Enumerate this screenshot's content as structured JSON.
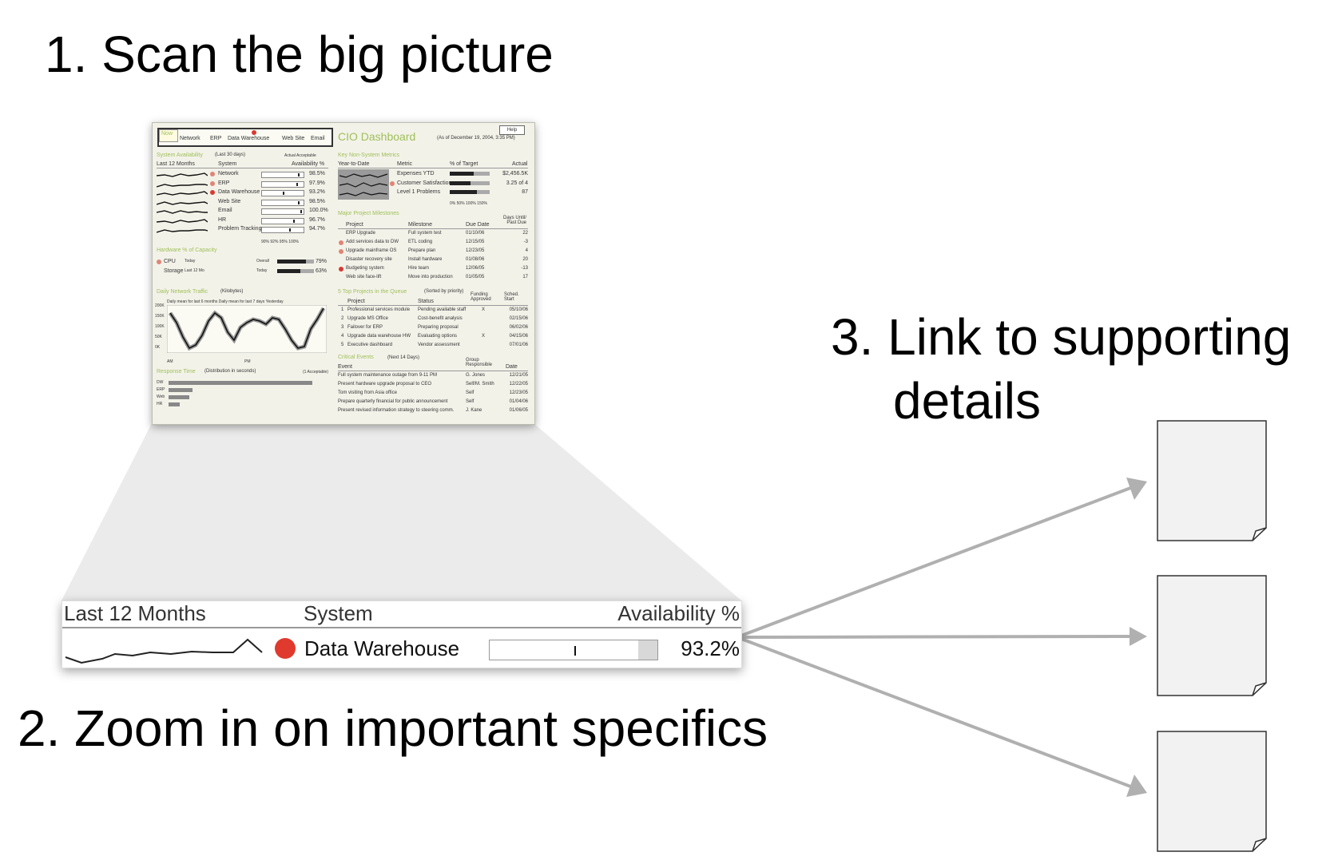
{
  "steps": {
    "step1": "1. Scan the big picture",
    "step2": "2. Zoom in on important specifics",
    "step3_line1": "3. Link to supporting",
    "step3_line2": "details"
  },
  "thumbnail": {
    "nav_now": "Now",
    "nav_items": [
      "Network",
      "ERP",
      "Data Warehouse",
      "Web Site",
      "Email"
    ],
    "help": "Help",
    "title": "CIO Dashboard",
    "as_of": "(As of December 19, 2004, 3:35 PM)",
    "sys_avail_title": "System Availability",
    "sys_avail_sub": "(Last 30 days)",
    "sys_avail_legend": "Actual  Acceptable",
    "col_last12": "Last 12 Months",
    "col_system": "System",
    "col_avail": "Availability %",
    "systems": [
      {
        "name": "Network",
        "value": "98.5%",
        "flag": "warn",
        "marker": 0.93
      },
      {
        "name": "ERP",
        "value": "97.9%",
        "flag": "warn",
        "marker": 0.9
      },
      {
        "name": "Data Warehouse",
        "value": "93.2%",
        "flag": "alert",
        "marker": 0.55
      },
      {
        "name": "Web Site",
        "value": "98.5%",
        "flag": "none",
        "marker": 0.93
      },
      {
        "name": "Email",
        "value": "100.0%",
        "flag": "none",
        "marker": 1.0
      },
      {
        "name": "HR",
        "value": "96.7%",
        "flag": "none",
        "marker": 0.82
      },
      {
        "name": "Problem Tracking",
        "value": "94.7%",
        "flag": "none",
        "marker": 0.7
      }
    ],
    "avail_axis": "90%   92%   95%   100%",
    "hw_title": "Hardware % of Capacity",
    "hw_rows": [
      {
        "name": "CPU",
        "period": "Today",
        "ref": "Overall",
        "value": "79%"
      },
      {
        "name": "Storage",
        "period": "Last 12 Mo",
        "ref": "Today",
        "value": "63%"
      }
    ],
    "traffic_title": "Daily Network Traffic",
    "traffic_sub": "(Kilobytes)",
    "traffic_legend": "Daily mean for last 6 months   Daily mean for last 7 days   Yesterday",
    "traffic_y": [
      "200K",
      "150K",
      "100K",
      "50K",
      "0K"
    ],
    "traffic_am": "AM",
    "traffic_pm": "PM",
    "resp_title": "Response Time",
    "resp_sub": "(Distribution in seconds)",
    "resp_acc": "(1 Acceptable)",
    "resp_rows": [
      "DW",
      "ERP",
      "Web",
      "HR"
    ],
    "kns_title": "Key Non-System Metrics",
    "kns_ytd": "Year-to-Date",
    "kns_metric": "Metric",
    "kns_target": "% of Target",
    "kns_actual": "Actual",
    "kns_rows": [
      {
        "name": "Expenses YTD",
        "value": "$2,456.5K"
      },
      {
        "name": "Customer Satisfaction",
        "value": "3.25 of 4"
      },
      {
        "name": "Level 1 Problems",
        "value": "87"
      }
    ],
    "kns_axis": "0%   50%  100%  150%",
    "milestones_title": "Major Project Milestones",
    "ms_cols": [
      "Project",
      "Milestone",
      "Due Date",
      "Days Until/ Past Due"
    ],
    "milestones": [
      [
        "ERP Upgrade",
        "Full system test",
        "01/10/06",
        "22"
      ],
      [
        "Add services data to DW",
        "ETL coding",
        "12/15/05",
        "-3"
      ],
      [
        "Upgrade mainframe OS",
        "Prepare plan",
        "12/23/05",
        "4"
      ],
      [
        "Disaster recovery site",
        "Install hardware",
        "01/08/06",
        "20"
      ],
      [
        "Budgeting system",
        "Hire team",
        "12/06/05",
        "-13"
      ],
      [
        "Web site face-lift",
        "Move into production",
        "01/05/05",
        "17"
      ]
    ],
    "queue_title": "5 Top Projects in the Queue",
    "queue_sub": "(Sorted by priority)",
    "queue_cols": [
      "Project",
      "Status",
      "Funding Approved",
      "Sched. Start"
    ],
    "queue": [
      [
        "1",
        "Professional services module",
        "Pending available staff",
        "X",
        "05/10/06"
      ],
      [
        "2",
        "Upgrade MS Office",
        "Cost-benefit analysis",
        "",
        "02/15/06"
      ],
      [
        "3",
        "Failover for ERP",
        "Preparing proposal",
        "",
        "06/02/06"
      ],
      [
        "4",
        "Upgrade data warehouse HW",
        "Evaluating options",
        "X",
        "04/15/06"
      ],
      [
        "5",
        "Executive dashboard",
        "Vendor assessment",
        "",
        "07/01/06"
      ]
    ],
    "events_title": "Critical Events",
    "events_sub": "(Next 14 Days)",
    "events_cols": [
      "Event",
      "Group Responsible",
      "Date"
    ],
    "events": [
      [
        "Full system maintenance outage from 9-11 PM",
        "G. Jones",
        "12/21/05"
      ],
      [
        "Present hardware upgrade proposal to CEO",
        "Self/M. Smith",
        "12/22/05"
      ],
      [
        "Tom visiting from Asia office",
        "Self",
        "12/23/05"
      ],
      [
        "Prepare quarterly financial for public announcement",
        "Self",
        "01/04/06"
      ],
      [
        "Present revised information strategy to steering comm.",
        "J. Kane",
        "01/06/05"
      ]
    ]
  },
  "zoom": {
    "col_last12": "Last 12 Months",
    "col_system": "System",
    "col_avail": "Availability %",
    "system_name": "Data Warehouse",
    "system_value": "93.2%",
    "marker_fraction": 0.57,
    "alert_color": "#e03a2f"
  },
  "colors": {
    "accent_green": "#9fc05a",
    "arrow_gray": "#b0b0b0",
    "doc_fill": "#f2f2f2"
  }
}
